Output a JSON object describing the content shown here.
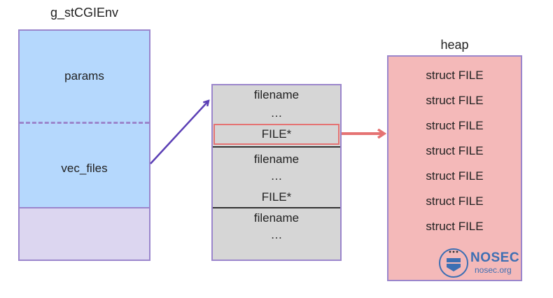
{
  "env": {
    "title": "g_stCGIEnv",
    "params": "params",
    "vec_files": "vec_files"
  },
  "vec": {
    "rows": [
      "filename",
      "…",
      "FILE*",
      "filename",
      "…",
      "FILE*",
      "filename",
      "…"
    ]
  },
  "heap": {
    "title": "heap",
    "items": [
      "struct FILE",
      "struct FILE",
      "struct FILE",
      "struct FILE",
      "struct FILE",
      "struct FILE",
      "struct FILE"
    ]
  },
  "logo": {
    "name": "NOSEC",
    "url": "nosec.org"
  },
  "colors": {
    "env_blue": "#b5d8fd",
    "env_lavender": "#dcd6f0",
    "border_purple": "#9b86cc",
    "vec_gray": "#d6d6d6",
    "heap_pink": "#f4b9b9",
    "highlight_red": "#e57373",
    "arrow_purple": "#5b3fb5",
    "logo_blue": "#3d6fb3"
  }
}
